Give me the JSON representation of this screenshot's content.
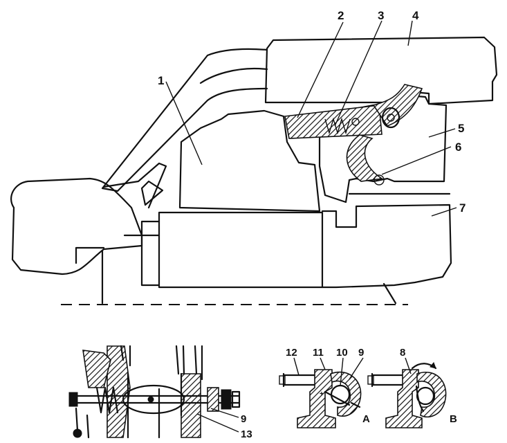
{
  "callouts": {
    "c1": "1",
    "c2": "2",
    "c3": "3",
    "c4": "4",
    "c5": "5",
    "c6": "6",
    "c7": "7",
    "c8": "8",
    "c9a": "9",
    "c9b": "9",
    "c10": "10",
    "c11": "11",
    "c12": "12",
    "c13": "13"
  },
  "views": {
    "a": "A",
    "b": "B"
  }
}
